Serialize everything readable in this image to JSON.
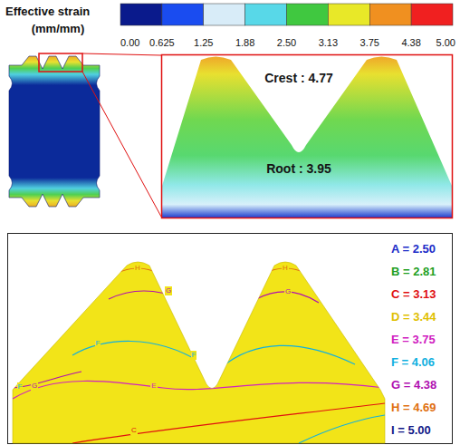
{
  "diagram": {
    "labels": [
      "Effective strain",
      "(mm/mm)",
      "0.00",
      "0.625",
      "1.25",
      "1.88",
      "2.50",
      "3.13",
      "3.75",
      "4.38",
      "5.00",
      "Crest : 4.77",
      "Root : 3.95",
      "H",
      "H",
      "G",
      "G",
      "F",
      "F",
      "G",
      "E",
      "F",
      "C"
    ],
    "legend": [
      {
        "text": "A = 2.50",
        "color": "#1c2cc8"
      },
      {
        "text": "B = 2.81",
        "color": "#1fa01f"
      },
      {
        "text": "C = 3.13",
        "color": "#e01010"
      },
      {
        "text": "D = 3.44",
        "color": "#e0c000"
      },
      {
        "text": "E = 3.75",
        "color": "#d020c0"
      },
      {
        "text": "F = 4.06",
        "color": "#10b0e0"
      },
      {
        "text": "G = 4.38",
        "color": "#b010b0"
      },
      {
        "text": "H = 4.69",
        "color": "#e07010"
      },
      {
        "text": "I = 5.00",
        "color": "#101888"
      }
    ]
  }
}
